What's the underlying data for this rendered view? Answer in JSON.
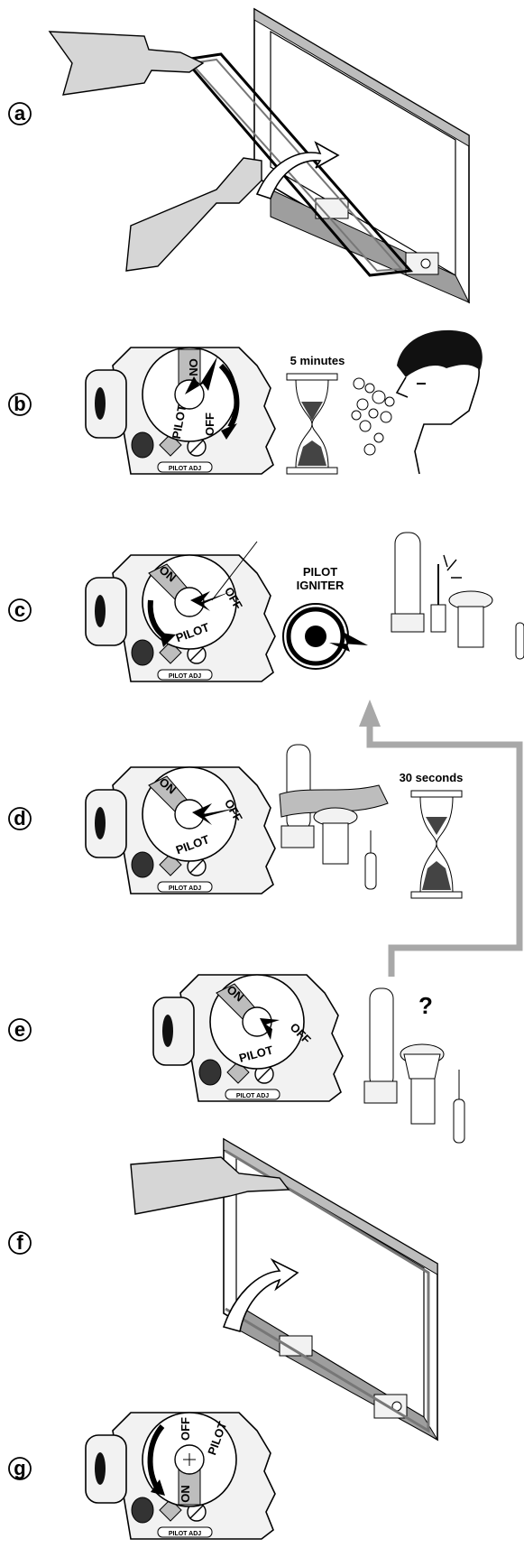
{
  "steps": [
    {
      "label": "a"
    },
    {
      "label": "b"
    },
    {
      "label": "c"
    },
    {
      "label": "d"
    },
    {
      "label": "e"
    },
    {
      "label": "f"
    },
    {
      "label": "g"
    }
  ],
  "valve": {
    "plate_label": "PILOT ADJ",
    "on": "ON",
    "off": "OFF",
    "pilot": "PILOT"
  },
  "captions": {
    "wait_five": "5 minutes",
    "igniter_line1": "PILOT",
    "igniter_line2": "IGNITER",
    "wait_thirty": "30 seconds",
    "question": "?"
  },
  "colors": {
    "ink": "#000000",
    "panel": "#f2f2f2",
    "shade": "#bdbdbd",
    "arrow_gray": "#a8a8a8",
    "dark_knob": "#333333"
  }
}
